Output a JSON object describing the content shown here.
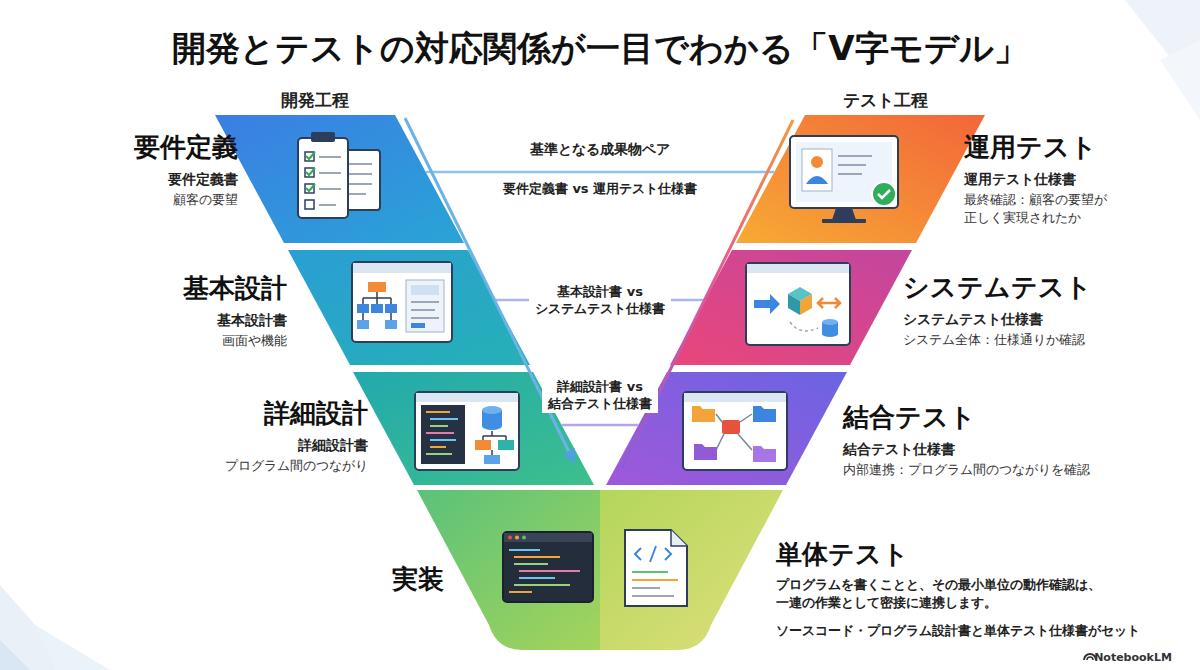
{
  "diagram": {
    "title": "開発とテストの対応関係が一目でわかる「V字モデル」",
    "nodes": [
      {
        "text": [
          "要件定義",
          "要件定義書",
          "顧客の要望"
        ]
      },
      {
        "text": [
          "基本設計",
          "基本設計書",
          "画面や機能"
        ]
      },
      {
        "text": [
          "詳細設計",
          "詳細設計書",
          "プログラム間のつながり"
        ]
      },
      {
        "text": [
          "実装"
        ]
      },
      {
        "text": [
          "単体テスト",
          "プログラムを書くことと、その最小単位の動作確認は、一連の作業として密接に連携します。",
          "ソースコード・プログラム設計書と単体テスト仕様書がセット"
        ]
      },
      {
        "text": [
          "結合テスト",
          "結合テスト仕様書",
          "内部連携：プログラム間のつながりを確認"
        ]
      },
      {
        "text": [
          "システムテスト",
          "システムテスト仕様書",
          "システム全体：仕様通りか確認"
        ]
      },
      {
        "text": [
          "運用テスト",
          "運用テスト仕様書",
          "最終確認：顧客の要望が正しく実現されたか"
        ]
      }
    ],
    "edges": [
      {
        "from": 0,
        "to": 7,
        "label": "要件定義書 vs 運用テスト仕様書",
        "arrow": "none"
      },
      {
        "from": 1,
        "to": 6,
        "label": "基本設計書 vs システムテスト仕様書",
        "arrow": "none"
      },
      {
        "from": 2,
        "to": 5,
        "label": "詳細設計書 vs 結合テスト仕様書",
        "arrow": "none"
      }
    ],
    "labels": [
      "開発工程",
      "テスト工程",
      "基準となる成果物ペア",
      "NotebookLM"
    ]
  }
}
